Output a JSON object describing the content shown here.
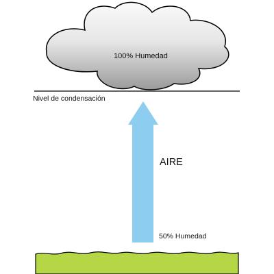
{
  "cloud": {
    "label": "100% Humedad"
  },
  "condensation_level": {
    "label": "Nivel de condensación"
  },
  "air": {
    "label": "AIRE"
  },
  "ground": {
    "label": "50% Humedad"
  },
  "colors": {
    "cloud_light": "#fafafa",
    "cloud_dark": "#9a9a9a",
    "arrow": "#8ccdf0",
    "ground": "#b5d645",
    "outline": "#000000"
  }
}
